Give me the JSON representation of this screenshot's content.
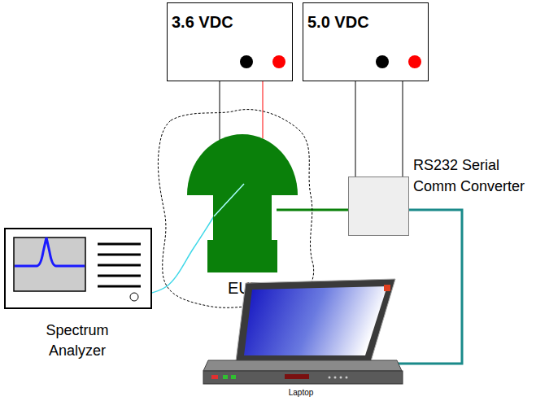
{
  "diagram": {
    "nodes": [
      {
        "text": [
          "3.6 VDC"
        ]
      },
      {
        "text": [
          "5.0 VDC"
        ]
      },
      {
        "text": [
          "RS232 Serial Comm Converter"
        ]
      },
      {
        "text": [
          "EUT"
        ]
      },
      {
        "text": [
          "Spectrum Analyzer"
        ]
      },
      {
        "text": [
          "Laptop"
        ]
      }
    ],
    "edges": [
      {
        "from": 0,
        "to": 3,
        "arrow": "none"
      },
      {
        "from": 0,
        "to": 3,
        "arrow": "none"
      },
      {
        "from": 1,
        "to": 2,
        "arrow": "none"
      },
      {
        "from": 1,
        "to": 2,
        "arrow": "none"
      },
      {
        "from": 3,
        "to": 2,
        "arrow": "none"
      },
      {
        "from": 2,
        "to": 5,
        "arrow": "none"
      },
      {
        "from": 4,
        "to": 3,
        "arrow": "none"
      }
    ]
  }
}
